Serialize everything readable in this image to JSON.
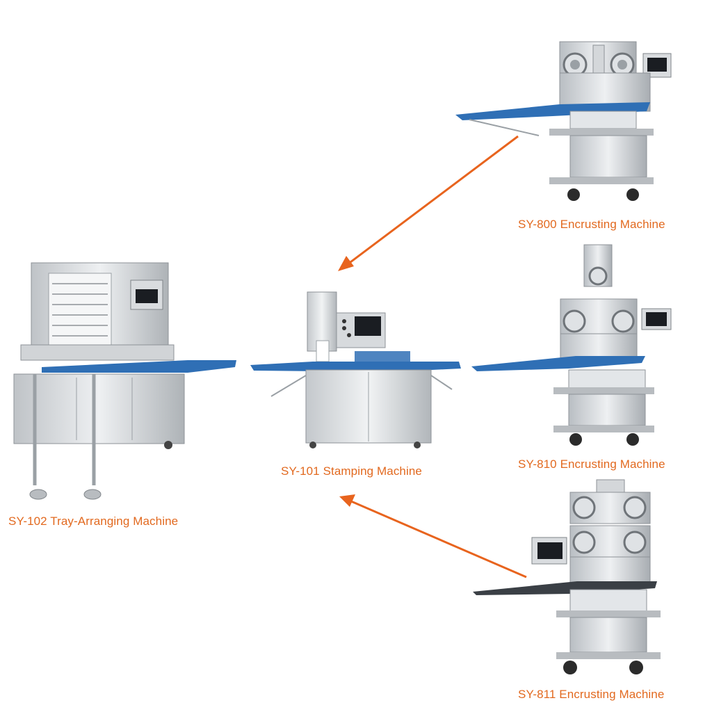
{
  "machines": {
    "sy800": {
      "label": "SY-800 Encrusting Machine"
    },
    "sy810": {
      "label": "SY-810 Encrusting Machine"
    },
    "sy101": {
      "label": "SY-101 Stamping Machine"
    },
    "sy102": {
      "label": "SY-102 Tray-Arranging Machine"
    },
    "sy811": {
      "label": "SY-811 Encrusting Machine"
    }
  },
  "colors": {
    "label_orange": "#e2691f",
    "arrow_orange": "#e8641e",
    "steel": "#c9cdd1",
    "conveyor_blue": "#2f6fb5"
  }
}
